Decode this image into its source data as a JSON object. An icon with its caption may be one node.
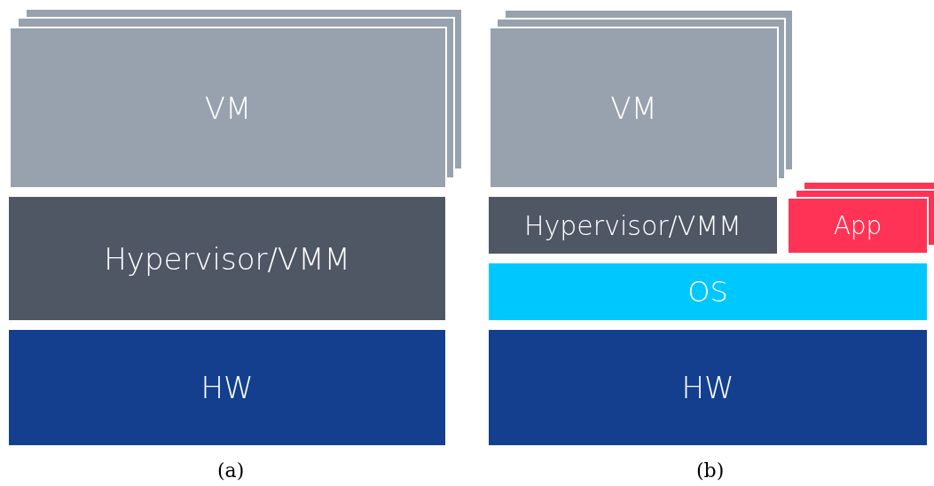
{
  "diagram": {
    "nodes": [
      {
        "text": [
          "VM"
        ]
      },
      {
        "text": [
          "Hypervisor/VMM"
        ]
      },
      {
        "text": [
          "HW"
        ]
      },
      {
        "text": [
          "VM"
        ]
      },
      {
        "text": [
          "Hypervisor/VMM"
        ]
      },
      {
        "text": [
          "App"
        ]
      },
      {
        "text": [
          "OS"
        ]
      },
      {
        "text": [
          "HW"
        ]
      }
    ],
    "labels": [
      "(a)",
      "(b)"
    ]
  }
}
